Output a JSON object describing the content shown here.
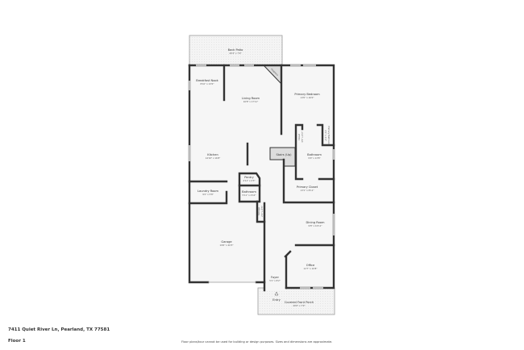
{
  "address": "7411 Quiet River Ln, Pearland, TX 77581",
  "floor": "Floor 1",
  "disclaimer": "Floor plans/tour cannot be used for building or design purposes. Sizes and dimensions are approximate.",
  "rooms": {
    "back_patio": {
      "name": "Back Patio",
      "dim": "20'4\" x 7'9\""
    },
    "breakfast_nook": {
      "name": "Breakfast Nook",
      "dim": "8'10\" x 13'0\""
    },
    "living_room": {
      "name": "Living Room",
      "dim": "16'8\" x 17'11\""
    },
    "fireplace": {
      "name": "Fireplace"
    },
    "primary_bedroom": {
      "name": "Primary Bedroom",
      "dim": "13'0\" x 16'0\""
    },
    "closet": {
      "name": "Closet",
      "dim": "3'5\" x 4'0\""
    },
    "primary_bathroom": {
      "name": "Primary Bathroom",
      "dim": "4'1\" x 2'2\""
    },
    "kitchen": {
      "name": "Kitchen",
      "dim": "14'10\" x 16'8\""
    },
    "stairs": {
      "name": "Stairs (Up)"
    },
    "bathroom_primary": {
      "name": "Bathroom",
      "dim": "9'9\" x 13'8\""
    },
    "pantry": {
      "name": "Pantry",
      "dim": "4'11\" x 2'3\""
    },
    "laundry": {
      "name": "Laundry Room",
      "dim": "9'2\" x 5'8\""
    },
    "bathroom_half": {
      "name": "Bathroom",
      "dim": "5'11\" x 4'10\""
    },
    "primary_closet": {
      "name": "Primary Closet",
      "dim": "13'1\" x 8'11\""
    },
    "storage": {
      "name": "Storage",
      "dim": "2'1\" x 3'5\""
    },
    "dining_room": {
      "name": "Dining Room",
      "dim": "9'8\" x 10'11\""
    },
    "garage": {
      "name": "Garage",
      "dim": "19'6\" x 20'3\""
    },
    "office": {
      "name": "Office",
      "dim": "12'7\" x 10'8\""
    },
    "foyer": {
      "name": "Foyer",
      "dim": "5'1\" x 8'2\""
    },
    "entry": {
      "name": "Entry"
    },
    "front_porch": {
      "name": "Covered Front Porch",
      "dim": "20'0\" x 7'0\""
    }
  }
}
